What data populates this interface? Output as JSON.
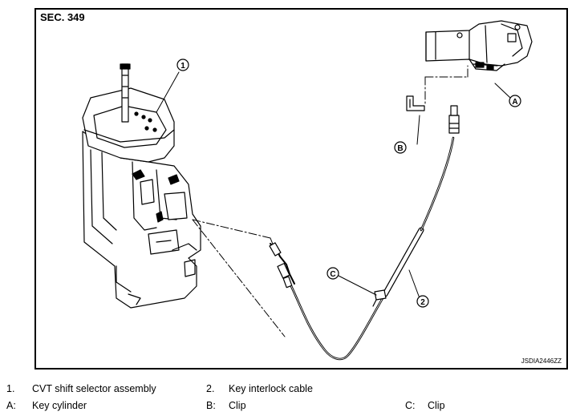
{
  "figure": {
    "section_label": "SEC. 349",
    "image_code": "JSDIA2446ZZ",
    "callouts": {
      "one": "1",
      "two": "2",
      "a": "A",
      "b": "B",
      "c": "C"
    }
  },
  "legend": {
    "row1": [
      {
        "key": "1.",
        "text": "CVT shift selector assembly"
      },
      {
        "key": "2.",
        "text": "Key interlock cable"
      }
    ],
    "row2": [
      {
        "key": "A:",
        "text": "Key cylinder"
      },
      {
        "key": "B:",
        "text": "Clip"
      },
      {
        "key": "C:",
        "text": "Clip"
      }
    ]
  }
}
